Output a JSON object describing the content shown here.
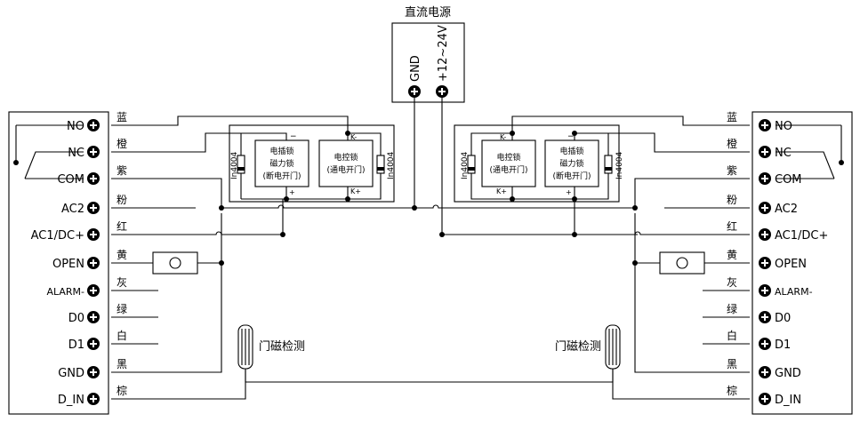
{
  "power": {
    "title": "直流电源",
    "gnd": "GND",
    "vplus": "+12~24V"
  },
  "terminals": [
    {
      "label": "NO",
      "wire": "蓝"
    },
    {
      "label": "NC",
      "wire": "橙"
    },
    {
      "label": "COM",
      "wire": "紫"
    },
    {
      "label": "AC2",
      "wire": "粉"
    },
    {
      "label": "AC1/DC+",
      "wire": "红"
    },
    {
      "label": "OPEN",
      "wire": "黄"
    },
    {
      "label": "ALARM-",
      "wire": "灰"
    },
    {
      "label": "D0",
      "wire": "绿"
    },
    {
      "label": "D1",
      "wire": "白"
    },
    {
      "label": "GND",
      "wire": "黑"
    },
    {
      "label": "D_IN",
      "wire": "棕"
    }
  ],
  "locks": {
    "mag": {
      "line1": "电插锁",
      "line2": "磁力锁",
      "line3": "(断电开门)"
    },
    "strike": {
      "line1": "电控锁",
      "line2": "(通电开门)"
    },
    "diode": "In4004",
    "k_minus": "K-",
    "k_plus": "K+",
    "minus": "−",
    "plus": "+"
  },
  "sensor": "门磁检测"
}
